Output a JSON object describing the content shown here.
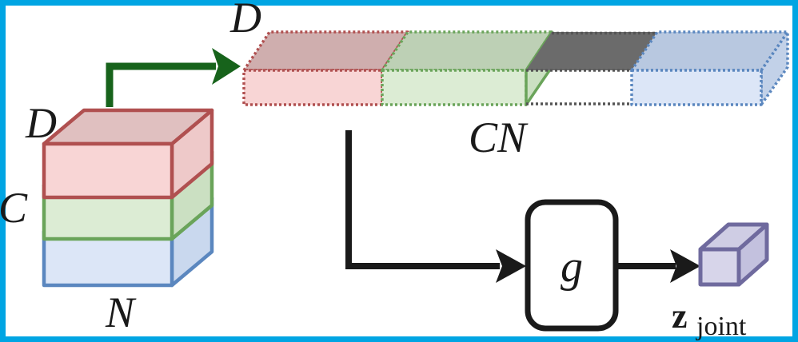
{
  "figure": {
    "title": "Concatenation of modality feature tensors into joint latent",
    "border_color": "#00a5e3",
    "background": "#ffffff"
  },
  "labels": {
    "stack_depth": "D",
    "stack_channels": "C",
    "stack_batch": "N",
    "bar_depth": "D",
    "bar_width": "CN",
    "function_box": "g",
    "output_main": "z",
    "output_sub": "joint"
  },
  "stack": {
    "name": "input-feature-stack",
    "layers": [
      {
        "id": "layer-red",
        "label": "D",
        "fill_top": "#e0c0c0",
        "fill_front": "#f8d5d5",
        "fill_side": "#eec9c9",
        "stroke": "#b05050"
      },
      {
        "id": "layer-green",
        "label": "C",
        "fill_top": "#cfe0c8",
        "fill_front": "#dcecd4",
        "fill_side": "#cbe0c2",
        "stroke": "#6aa45a"
      },
      {
        "id": "layer-blue",
        "label": "N",
        "fill_top": "#ccd9ec",
        "fill_front": "#dce6f7",
        "fill_side": "#c9d8ee",
        "stroke": "#5b87bf"
      }
    ]
  },
  "bar": {
    "name": "flattened-concatenated-bar",
    "segments": [
      {
        "id": "segment-red",
        "fill_top": "#cfaeae",
        "fill_front": "#f8d5d5",
        "stroke": "#b05050",
        "dashed": true
      },
      {
        "id": "segment-green",
        "fill_top": "#bdd0b5",
        "fill_front": "#dcecd4",
        "stroke": "#6aa45a",
        "dashed": true
      },
      {
        "id": "segment-gap",
        "fill_top": "#6b6b6b",
        "fill_front": "#ffffff",
        "stroke": "#555555",
        "dashed": true
      },
      {
        "id": "segment-blue",
        "fill_top": "#b8c8e0",
        "fill_front": "#dce6f7",
        "stroke": "#5b87bf",
        "dashed": true
      }
    ]
  },
  "arrows": {
    "flatten_arrow": {
      "name": "flatten-arrow",
      "color": "#17631b"
    },
    "to_g_arrow": {
      "name": "bar-to-g-arrow",
      "color": "#1a1a1a"
    },
    "g_to_z_arrow": {
      "name": "g-to-z-arrow",
      "color": "#1a1a1a"
    }
  },
  "function_box": {
    "name": "function-g-box",
    "stroke": "#1a1a1a",
    "fill": "#ffffff"
  },
  "output_box": {
    "name": "z-joint-cuboid",
    "fill_top": "#cfcde4",
    "fill_front": "#d7d5ea",
    "fill_side": "#c3c1de",
    "stroke": "#6f6a9e"
  }
}
